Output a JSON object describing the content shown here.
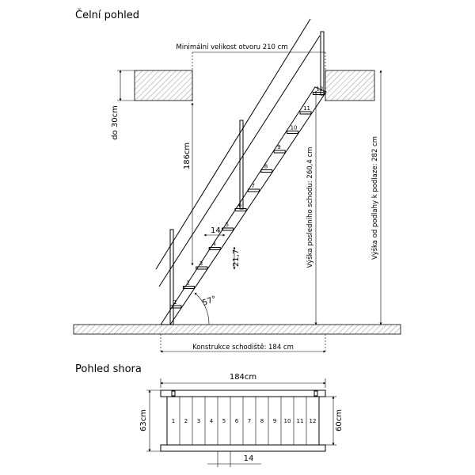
{
  "front_view": {
    "title": "Čelní pohled",
    "opening_label": "Minimální velikost otvoru 210 cm",
    "slab_label": "do 30cm",
    "height_186": "186cm",
    "last_step_height": "Výška posledního schodu: 260,4 cm",
    "floor_height": "Výška od podlahy k podlaze: 282 cm",
    "tread_label": "14",
    "rise_label": "21,7",
    "angle_label": "57°",
    "construction_label": "Konstrukce schodiště: 184 cm",
    "step_numbers": [
      "1",
      "2",
      "3",
      "4",
      "5",
      "6",
      "7",
      "8",
      "9",
      "10",
      "11",
      "12"
    ]
  },
  "top_view": {
    "title": "Pohled shora",
    "width_label": "184cm",
    "left_depth": "63cm",
    "right_depth": "60cm",
    "bottom_label": "14",
    "step_numbers": [
      "1",
      "2",
      "3",
      "4",
      "5",
      "6",
      "7",
      "8",
      "9",
      "10",
      "11",
      "12"
    ]
  }
}
